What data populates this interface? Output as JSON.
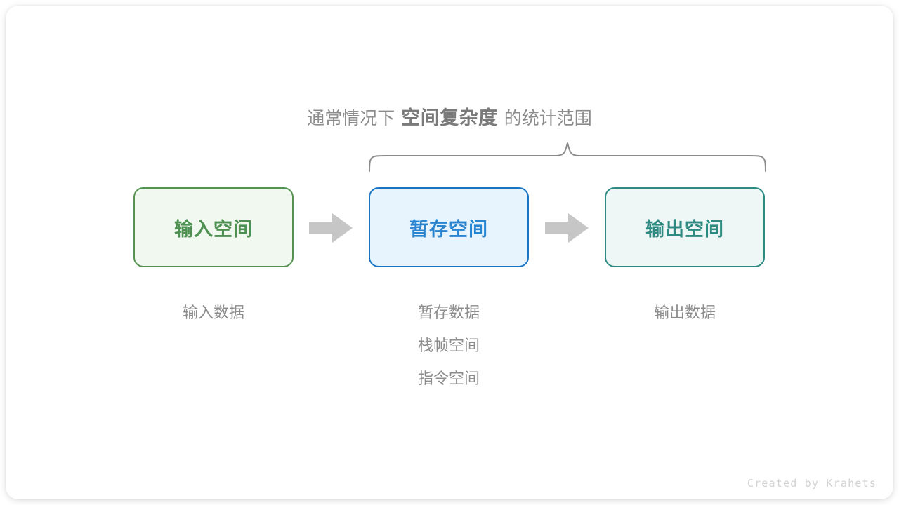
{
  "figure": {
    "heading": {
      "prefix": "通常情况下",
      "emphasis": "空间复杂度",
      "suffix": "的统计范围"
    },
    "brace": {
      "name": "scope-brace",
      "spans": [
        "暂存空间",
        "输出空间"
      ]
    },
    "boxes": [
      {
        "id": "input",
        "label": "输入空间",
        "border_color": "#55914f",
        "fill_color": "#f1f8ef",
        "text_color": "#4e9152"
      },
      {
        "id": "temp",
        "label": "暂存空间",
        "border_color": "#1a76c4",
        "fill_color": "#e8f4fd",
        "text_color": "#2a85d0"
      },
      {
        "id": "output",
        "label": "输出空间",
        "border_color": "#2e8b84",
        "fill_color": "#eef7f5",
        "text_color": "#2f8b82"
      }
    ],
    "arrows": [
      {
        "id": "arrow-1",
        "from": "input",
        "to": "temp",
        "color": "#c6c6c6"
      },
      {
        "id": "arrow-2",
        "from": "temp",
        "to": "output",
        "color": "#c6c6c6"
      }
    ],
    "captions": [
      {
        "id": "input",
        "lines": [
          "输入数据"
        ]
      },
      {
        "id": "temp",
        "lines": [
          "暂存数据",
          "栈帧空间",
          "指令空间"
        ]
      },
      {
        "id": "output",
        "lines": [
          "输出数据"
        ]
      }
    ],
    "caption_color": "#8c8c8c",
    "watermark": "Created by Krahets",
    "background": "#ffffff",
    "card_color": "#ffffff"
  }
}
